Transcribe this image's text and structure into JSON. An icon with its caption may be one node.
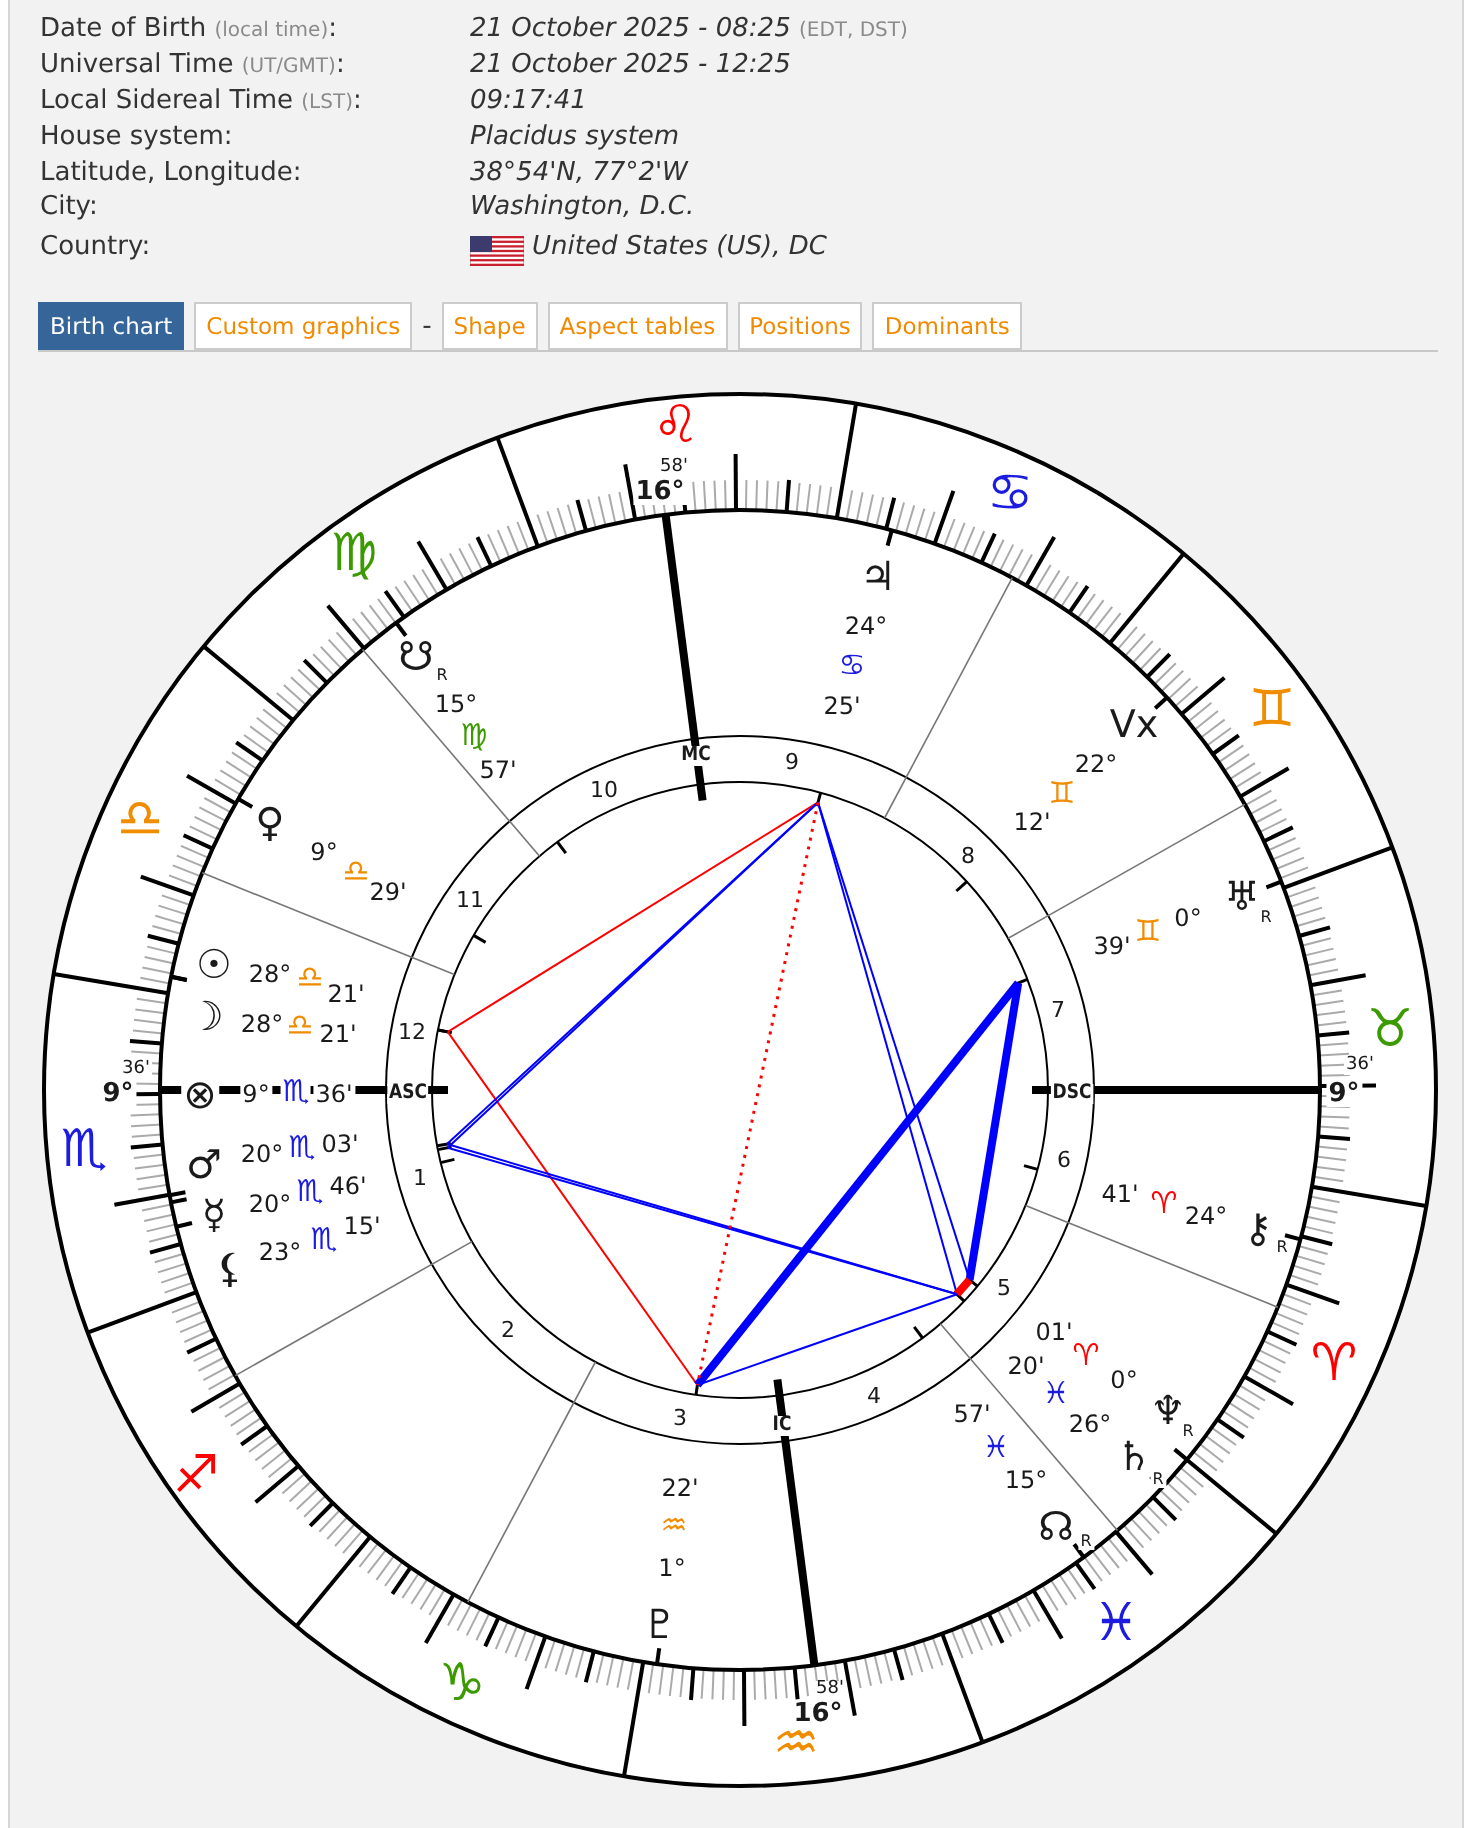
{
  "diagram": {
    "labels": [
      "Date of Birth (local time):",
      "21 October 2025 - 08:25 (EDT, DST)",
      "Universal Time (UT/GMT):",
      "21 October 2025 - 12:25",
      "Local Sidereal Time (LST):",
      "09:17:41",
      "House system:",
      "Placidus system",
      "Latitude, Longitude:",
      "38°54'N, 77°2'W",
      "City:",
      "Washington, D.C.",
      "Country:",
      "United States (US), DC",
      "Birth chart",
      "Custom graphics",
      "-",
      "Shape",
      "Aspect tables",
      "Positions",
      "Dominants",
      "♌",
      "58'",
      "16°",
      "♋",
      "♍",
      "♃",
      "24°",
      "☋",
      "R",
      "♋",
      "15°",
      "♍",
      "25'",
      "Vx",
      "♊",
      "57'",
      "MC",
      "9",
      "22°",
      "10",
      "♊",
      "♎",
      "♀",
      "12'",
      "9°",
      "♎",
      "8",
      "29'",
      "11",
      "♅",
      "39'",
      "♊",
      "0°",
      "R",
      "☉",
      "28°",
      "♎",
      "21'",
      "☽",
      "28°",
      "♎",
      "21'",
      "12",
      "7",
      "♉",
      "36'",
      "36'",
      "9°",
      "⊗",
      "9°",
      "♏",
      "36'",
      "ASC",
      "DSC",
      "9°",
      "♏",
      "♂",
      "20°",
      "♏",
      "03'",
      "6",
      "☿",
      "20°",
      "23°",
      "♏",
      "♏",
      "46'",
      "15'",
      "1",
      "41'",
      "♈",
      "24°",
      "⚷",
      "R",
      "⚸",
      "5",
      "2",
      "01'",
      "20'",
      "♈",
      "0°",
      "♈",
      "4",
      "♓",
      "3",
      "IC",
      "57'",
      "♓",
      "26°",
      "♄",
      "♆",
      "R",
      "♐",
      "22'",
      "15°",
      "R",
      "♒",
      "☊",
      "R",
      "1°",
      "♇",
      "♓",
      "♑",
      "58'",
      "16°",
      "♒"
    ]
  }
}
